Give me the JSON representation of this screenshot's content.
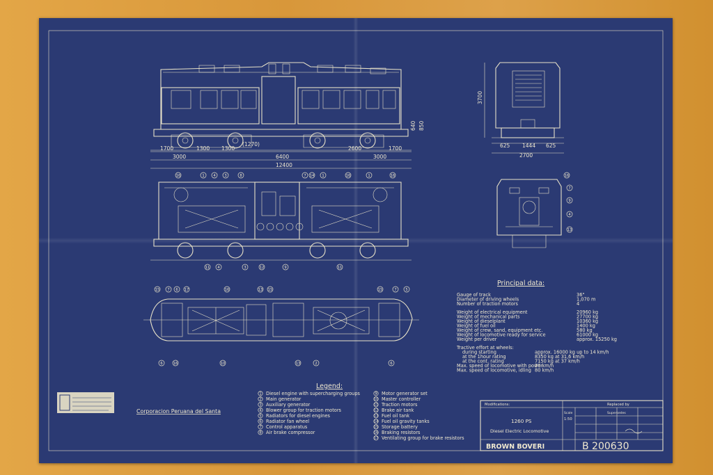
{
  "dimensions": {
    "side": [
      "1700",
      "1300",
      "1300",
      "(1270)",
      "2600",
      "1700"
    ],
    "bogie": [
      "3000",
      "6400",
      "3000"
    ],
    "overall": "12400",
    "height": "3700",
    "small_right": [
      "640",
      "850"
    ],
    "end_width": [
      "625",
      "1444",
      "625"
    ],
    "end_overall": "2700"
  },
  "principal_data": {
    "heading": "Principal data:",
    "rows": [
      {
        "label": "Gauge of track",
        "value": "36\""
      },
      {
        "label": "Diameter of driving wheels",
        "value": "1,070 m"
      },
      {
        "label": "Number of traction motors",
        "value": "4"
      },
      {
        "label": "Weight of electrical equipment",
        "value": "20960 kg"
      },
      {
        "label": "Weight of mechanical parts",
        "value": "27700 kg"
      },
      {
        "label": "Weight of dieselplant",
        "value": "10360 kg"
      },
      {
        "label": "Weight of fuel oil",
        "value": "1400 kg"
      },
      {
        "label": "Weight of crew, sand, equipment etc.",
        "value": "580 kg"
      },
      {
        "label": "Weight of locomotive ready for service",
        "value": "61000 kg"
      },
      {
        "label": "Weight per driver",
        "value": "approx. 15250 kg"
      },
      {
        "label": "Tractive effort at wheels:",
        "value": ""
      },
      {
        "label": "during starting",
        "value": "approx. 16000 kg up to 14 km/h"
      },
      {
        "label": "at the 1hour rating",
        "value": "8350 kg at 31,6 km/h"
      },
      {
        "label": "at the cont. rating",
        "value": "7150 kg at 37 km/h"
      },
      {
        "label": "Max. speed of locomotive with power",
        "value": "70 km/h"
      },
      {
        "label": "Max. speed of locomotive, idling",
        "value": "80 km/h"
      }
    ]
  },
  "legend": {
    "heading": "Legend:",
    "left": [
      {
        "n": "1",
        "text": "Diesel engine with supercharging groups"
      },
      {
        "n": "2",
        "text": "Main generator"
      },
      {
        "n": "3",
        "text": "Auxiliary generator"
      },
      {
        "n": "4",
        "text": "Blower group for traction motors"
      },
      {
        "n": "5",
        "text": "Radiators for diesel engines"
      },
      {
        "n": "6",
        "text": "Radiator fan wheel"
      },
      {
        "n": "7",
        "text": "Control apparatus"
      },
      {
        "n": "8",
        "text": "Air brake compressor"
      }
    ],
    "right": [
      {
        "n": "9",
        "text": "Motor generator set"
      },
      {
        "n": "10",
        "text": "Master controller"
      },
      {
        "n": "11",
        "text": "Traction motors"
      },
      {
        "n": "12",
        "text": "Brake air tank"
      },
      {
        "n": "13",
        "text": "Fuel oil tank"
      },
      {
        "n": "14",
        "text": "Fuel oil gravity tanks"
      },
      {
        "n": "15",
        "text": "Storage battery"
      },
      {
        "n": "16",
        "text": "Braking resistors"
      },
      {
        "n": "17",
        "text": "Ventilating group for brake resistors"
      }
    ]
  },
  "client": "Corporacion Peruana del Santa",
  "title_block": {
    "modifications": "Modifications:",
    "replaced_by": "Replaced by",
    "supersedes": "Supersedes",
    "power": "1260 PS",
    "description": "Diesel Electric Locomotive",
    "scale_label": "Scale",
    "scale": "1:50",
    "maker": "BROWN BOVERI",
    "drawing_number": "B 200630"
  },
  "callout_numbers": {
    "top_left": [
      "16",
      "1",
      "4",
      "3",
      "8"
    ],
    "top_mid": [
      "7",
      "14",
      "1"
    ],
    "top_right": [
      "16",
      "1",
      "16"
    ],
    "plan_top": [
      "15",
      "7",
      "6",
      "17",
      "16",
      "13",
      "15",
      "15",
      "7",
      "5"
    ],
    "plan_bottom": [
      "6",
      "16",
      "10",
      "13",
      "2",
      "6"
    ],
    "elev_bottom": [
      "11",
      "4",
      "3",
      "12",
      "9",
      "11"
    ],
    "end": [
      "16",
      "7",
      "9",
      "4",
      "13"
    ]
  },
  "colors": {
    "blueprint": "#2b3a73",
    "line": "#e8e2c8",
    "table": "#d99a3a"
  }
}
